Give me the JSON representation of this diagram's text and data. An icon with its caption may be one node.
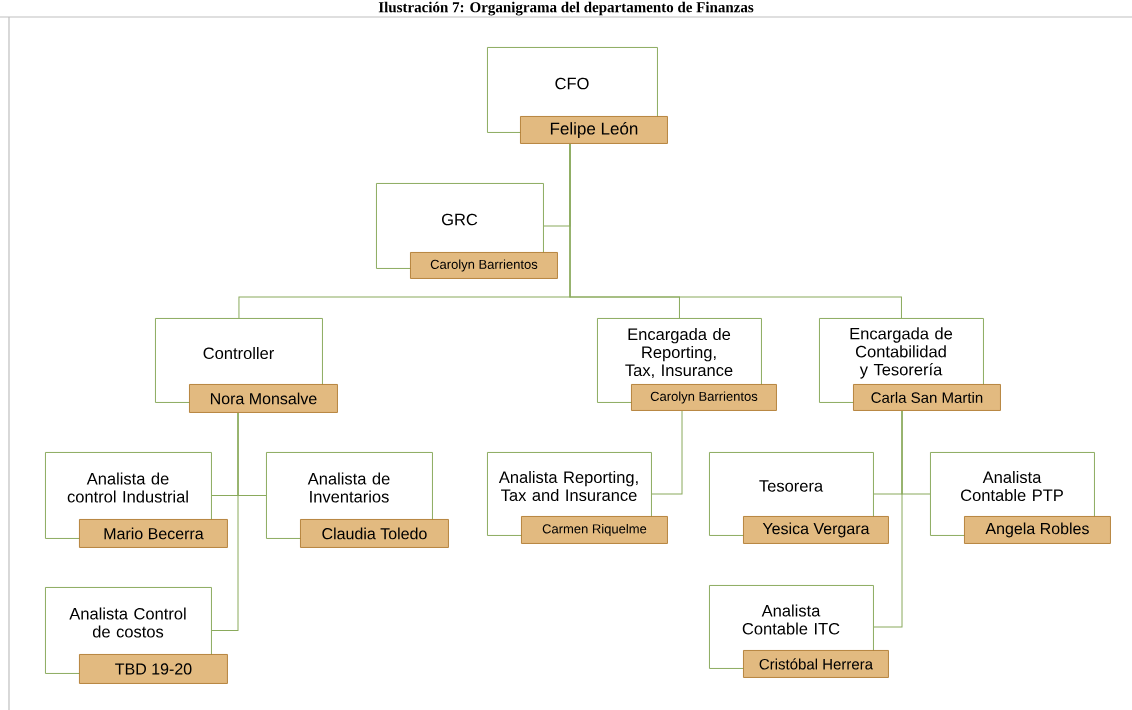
{
  "diagram": {
    "title": "Ilustración 7: Organigrama del departamento de Finanzas",
    "nodes": [
      {
        "text": [
          "CFO",
          "Felipe León"
        ]
      },
      {
        "text": [
          "GRC",
          "Carolyn Barrientos"
        ]
      },
      {
        "text": [
          "Controller",
          "Nora Monsalve"
        ]
      },
      {
        "text": [
          "Encargada de Reporting, Tax, Insurance",
          "Carolyn Barrientos"
        ]
      },
      {
        "text": [
          "Encargada de Contabilidad y Tesorería",
          "Carla San Martin"
        ]
      },
      {
        "text": [
          "Analista de control Industrial",
          "Mario Becerra"
        ]
      },
      {
        "text": [
          "Analista de Inventarios",
          "Claudia Toledo"
        ]
      },
      {
        "text": [
          "Analista Reporting, Tax and Insurance",
          "Carmen Riquelme"
        ]
      },
      {
        "text": [
          "Tesorera",
          "Yesica Vergara"
        ]
      },
      {
        "text": [
          "Analista Contable PTP",
          "Angela Robles"
        ]
      },
      {
        "text": [
          "Analista Control de costos",
          "TBD 19-20"
        ]
      },
      {
        "text": [
          "Analista Contable ITC",
          "Cristóbal Herrera"
        ]
      }
    ],
    "edges": [
      {
        "from": 0,
        "to": 1,
        "arrow": "none"
      },
      {
        "from": 0,
        "to": 2,
        "arrow": "none"
      },
      {
        "from": 0,
        "to": 3,
        "arrow": "none"
      },
      {
        "from": 0,
        "to": 4,
        "arrow": "none"
      },
      {
        "from": 2,
        "to": 5,
        "arrow": "none"
      },
      {
        "from": 2,
        "to": 6,
        "arrow": "none"
      },
      {
        "from": 2,
        "to": 10,
        "arrow": "none"
      },
      {
        "from": 3,
        "to": 7,
        "arrow": "none"
      },
      {
        "from": 4,
        "to": 8,
        "arrow": "none"
      },
      {
        "from": 4,
        "to": 9,
        "arrow": "none"
      },
      {
        "from": 4,
        "to": 11,
        "arrow": "none"
      }
    ]
  }
}
